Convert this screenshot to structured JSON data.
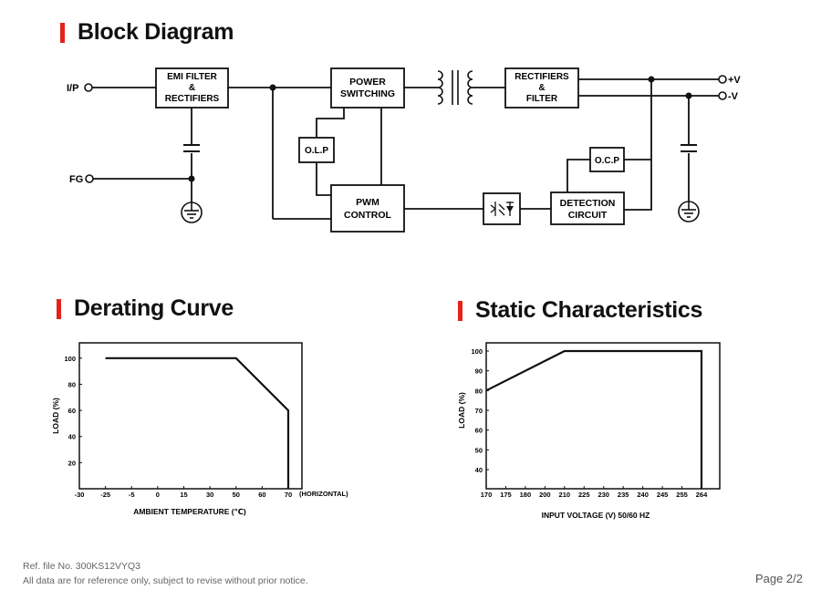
{
  "sections": {
    "block_diagram_title": "Block Diagram",
    "derating_title": "Derating Curve",
    "static_title": "Static Characteristics"
  },
  "block_diagram": {
    "ip_label": "I/P",
    "fg_label": "FG",
    "vplus_label": "+V",
    "vminus_label": "-V",
    "emi_line1": "EMI FILTER",
    "emi_line2": "&",
    "emi_line3": "RECTIFIERS",
    "ps_line1": "POWER",
    "ps_line2": "SWITCHING",
    "rect_line1": "RECTIFIERS",
    "rect_line2": "&",
    "rect_line3": "FILTER",
    "olp": "O.L.P",
    "ocp": "O.C.P",
    "pwm_line1": "PWM",
    "pwm_line2": "CONTROL",
    "det_line1": "DETECTION",
    "det_line2": "CIRCUIT"
  },
  "chart_data": [
    {
      "type": "line",
      "title": "Derating Curve",
      "xlabel": "AMBIENT TEMPERATURE (℃)",
      "ylabel": "LOAD (%)",
      "x_ticks": [
        "-30",
        "-25",
        "-5",
        "0",
        "15",
        "30",
        "50",
        "60",
        "70"
      ],
      "x_tick_note": "(HORIZONTAL)",
      "y_ticks": [
        "20",
        "40",
        "60",
        "80",
        "100"
      ],
      "series": [
        {
          "points": [
            [
              "-25",
              100
            ],
            [
              "50",
              100
            ],
            [
              "70",
              60
            ],
            [
              "70",
              0
            ]
          ]
        }
      ],
      "grid": false
    },
    {
      "type": "line",
      "title": "Static Characteristics",
      "xlabel": "INPUT VOLTAGE (V) 50/60 HZ",
      "ylabel": "LOAD (%)",
      "x_ticks": [
        "170",
        "175",
        "180",
        "200",
        "210",
        "225",
        "230",
        "235",
        "240",
        "245",
        "255",
        "264"
      ],
      "y_ticks": [
        "40",
        "50",
        "60",
        "70",
        "80",
        "90",
        "100"
      ],
      "series": [
        {
          "points": [
            [
              "170",
              80
            ],
            [
              "210",
              100
            ],
            [
              "264",
              100
            ],
            [
              "264",
              30
            ]
          ]
        }
      ],
      "grid": false
    }
  ],
  "footer": {
    "ref": "Ref. file No. 300KS12VYQ3",
    "note": "All data are for reference only, subject to revise without prior notice.",
    "page": "Page 2/2"
  }
}
